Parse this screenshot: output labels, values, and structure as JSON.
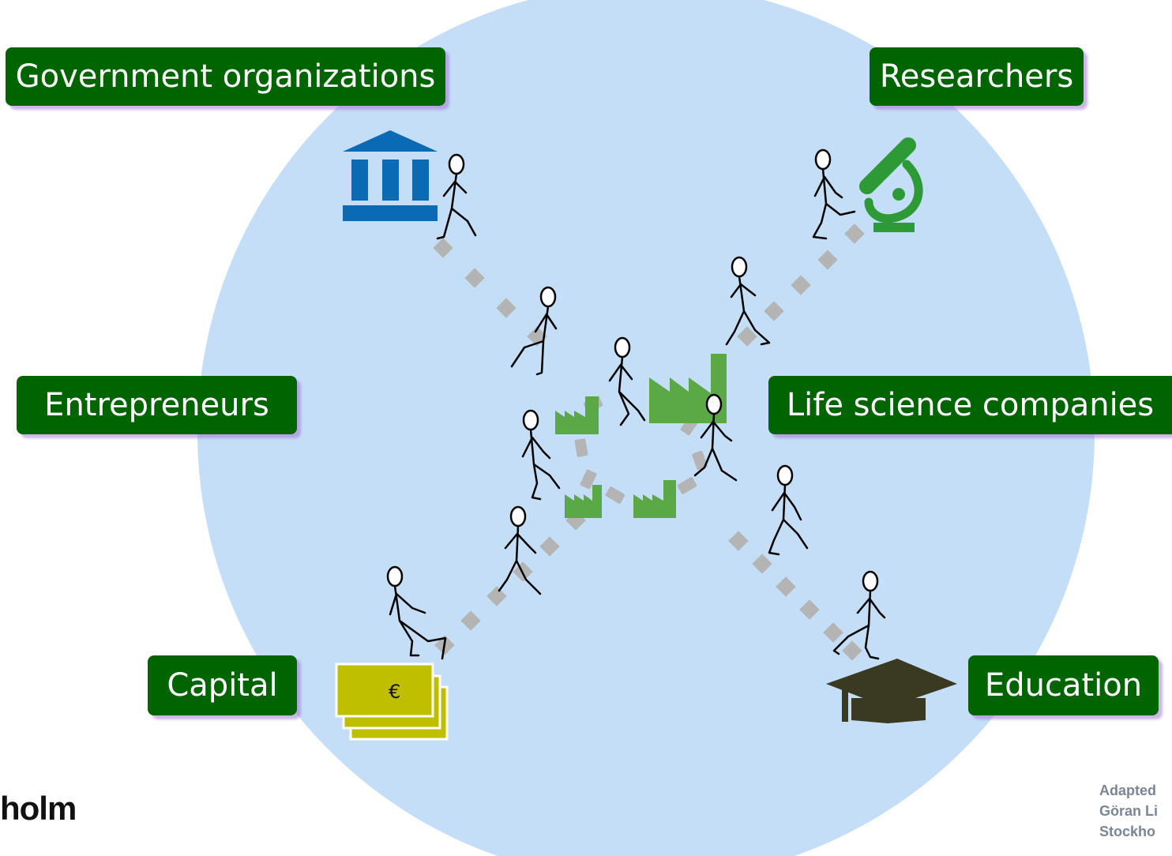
{
  "labels": {
    "government": "Government organizations",
    "researchers": "Researchers",
    "entrepreneurs": "Entrepreneurs",
    "life_science": "Life science companies",
    "capital": "Capital",
    "education": "Education"
  },
  "money_symbol": "€",
  "footer": {
    "logo_fragment": "holm",
    "credit_lines": [
      "Adapted",
      "Göran Li",
      "Stockho"
    ]
  },
  "colors": {
    "circle": "#c5def7",
    "label_bg": "#006400",
    "label_text": "#ffffff",
    "label_shadow": "#a078d2",
    "path_dots": "#b4b4b4",
    "factory": "#5aa846",
    "government_icon": "#0a6ab4",
    "microscope": "#2e9a35",
    "money": "#bfbf00",
    "grad_cap": "#3a3a22"
  },
  "icons": [
    "government-building-icon",
    "microscope-icon",
    "factory-icon",
    "money-stack-icon",
    "graduation-cap-icon",
    "walking-person-icon"
  ]
}
